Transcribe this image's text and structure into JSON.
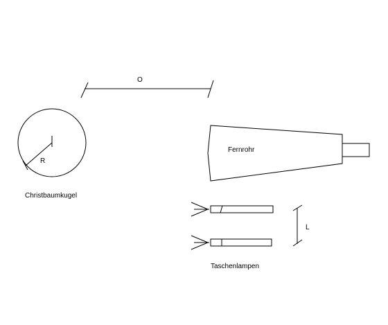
{
  "labels": {
    "distance": "O",
    "radius": "R",
    "ornament": "Christbaumkugel",
    "telescope": "Fernrohr",
    "flashlight_spacing": "L",
    "flashlights": "Taschenlampen"
  },
  "colors": {
    "background": "#ffffff",
    "stroke": "#000000"
  }
}
